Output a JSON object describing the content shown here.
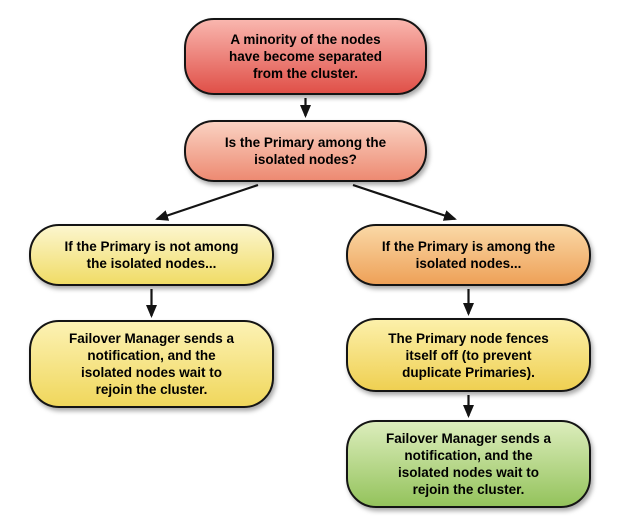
{
  "diagram": {
    "background": "#FFFFFF",
    "border_color": "#141414",
    "nodes": [
      {
        "id": "minority-separated",
        "label": "A minority of the nodes\nhave become separated\nfrom the cluster.",
        "color_top": "#F9B6AE",
        "color_bottom": "#E05048"
      },
      {
        "id": "primary-among-question",
        "label": "Is the Primary among the\nisolated nodes?",
        "color_top": "#FAD2C2",
        "color_bottom": "#ED8A72"
      },
      {
        "id": "primary-not-among",
        "label": "If the Primary is not among\nthe isolated nodes...",
        "color_top": "#FCF6CE",
        "color_bottom": "#F0DC66"
      },
      {
        "id": "primary-among",
        "label": "If the Primary is among the\nisolated nodes...",
        "color_top": "#FAD8A6",
        "color_bottom": "#EEA158"
      },
      {
        "id": "failover-notification-left",
        "label": "Failover Manager sends a\nnotification, and the\nisolated nodes wait to\nrejoin the cluster.",
        "color_top": "#FCF2B4",
        "color_bottom": "#F0D75C"
      },
      {
        "id": "primary-fences-itself",
        "label": "The Primary node fences\nitself off (to prevent\nduplicate Primaries).",
        "color_top": "#FCF0AA",
        "color_bottom": "#EFD052"
      },
      {
        "id": "failover-notification-right",
        "label": "Failover Manager sends a\nnotification, and the\nisolated nodes wait to\nrejoin the cluster.",
        "color_top": "#DCEDBC",
        "color_bottom": "#94C35C"
      }
    ],
    "edges": [
      {
        "from": "minority-separated",
        "to": "primary-among-question"
      },
      {
        "from": "primary-among-question",
        "to": "primary-not-among"
      },
      {
        "from": "primary-among-question",
        "to": "primary-among"
      },
      {
        "from": "primary-not-among",
        "to": "failover-notification-left"
      },
      {
        "from": "primary-among",
        "to": "primary-fences-itself"
      },
      {
        "from": "primary-fences-itself",
        "to": "failover-notification-right"
      }
    ]
  }
}
